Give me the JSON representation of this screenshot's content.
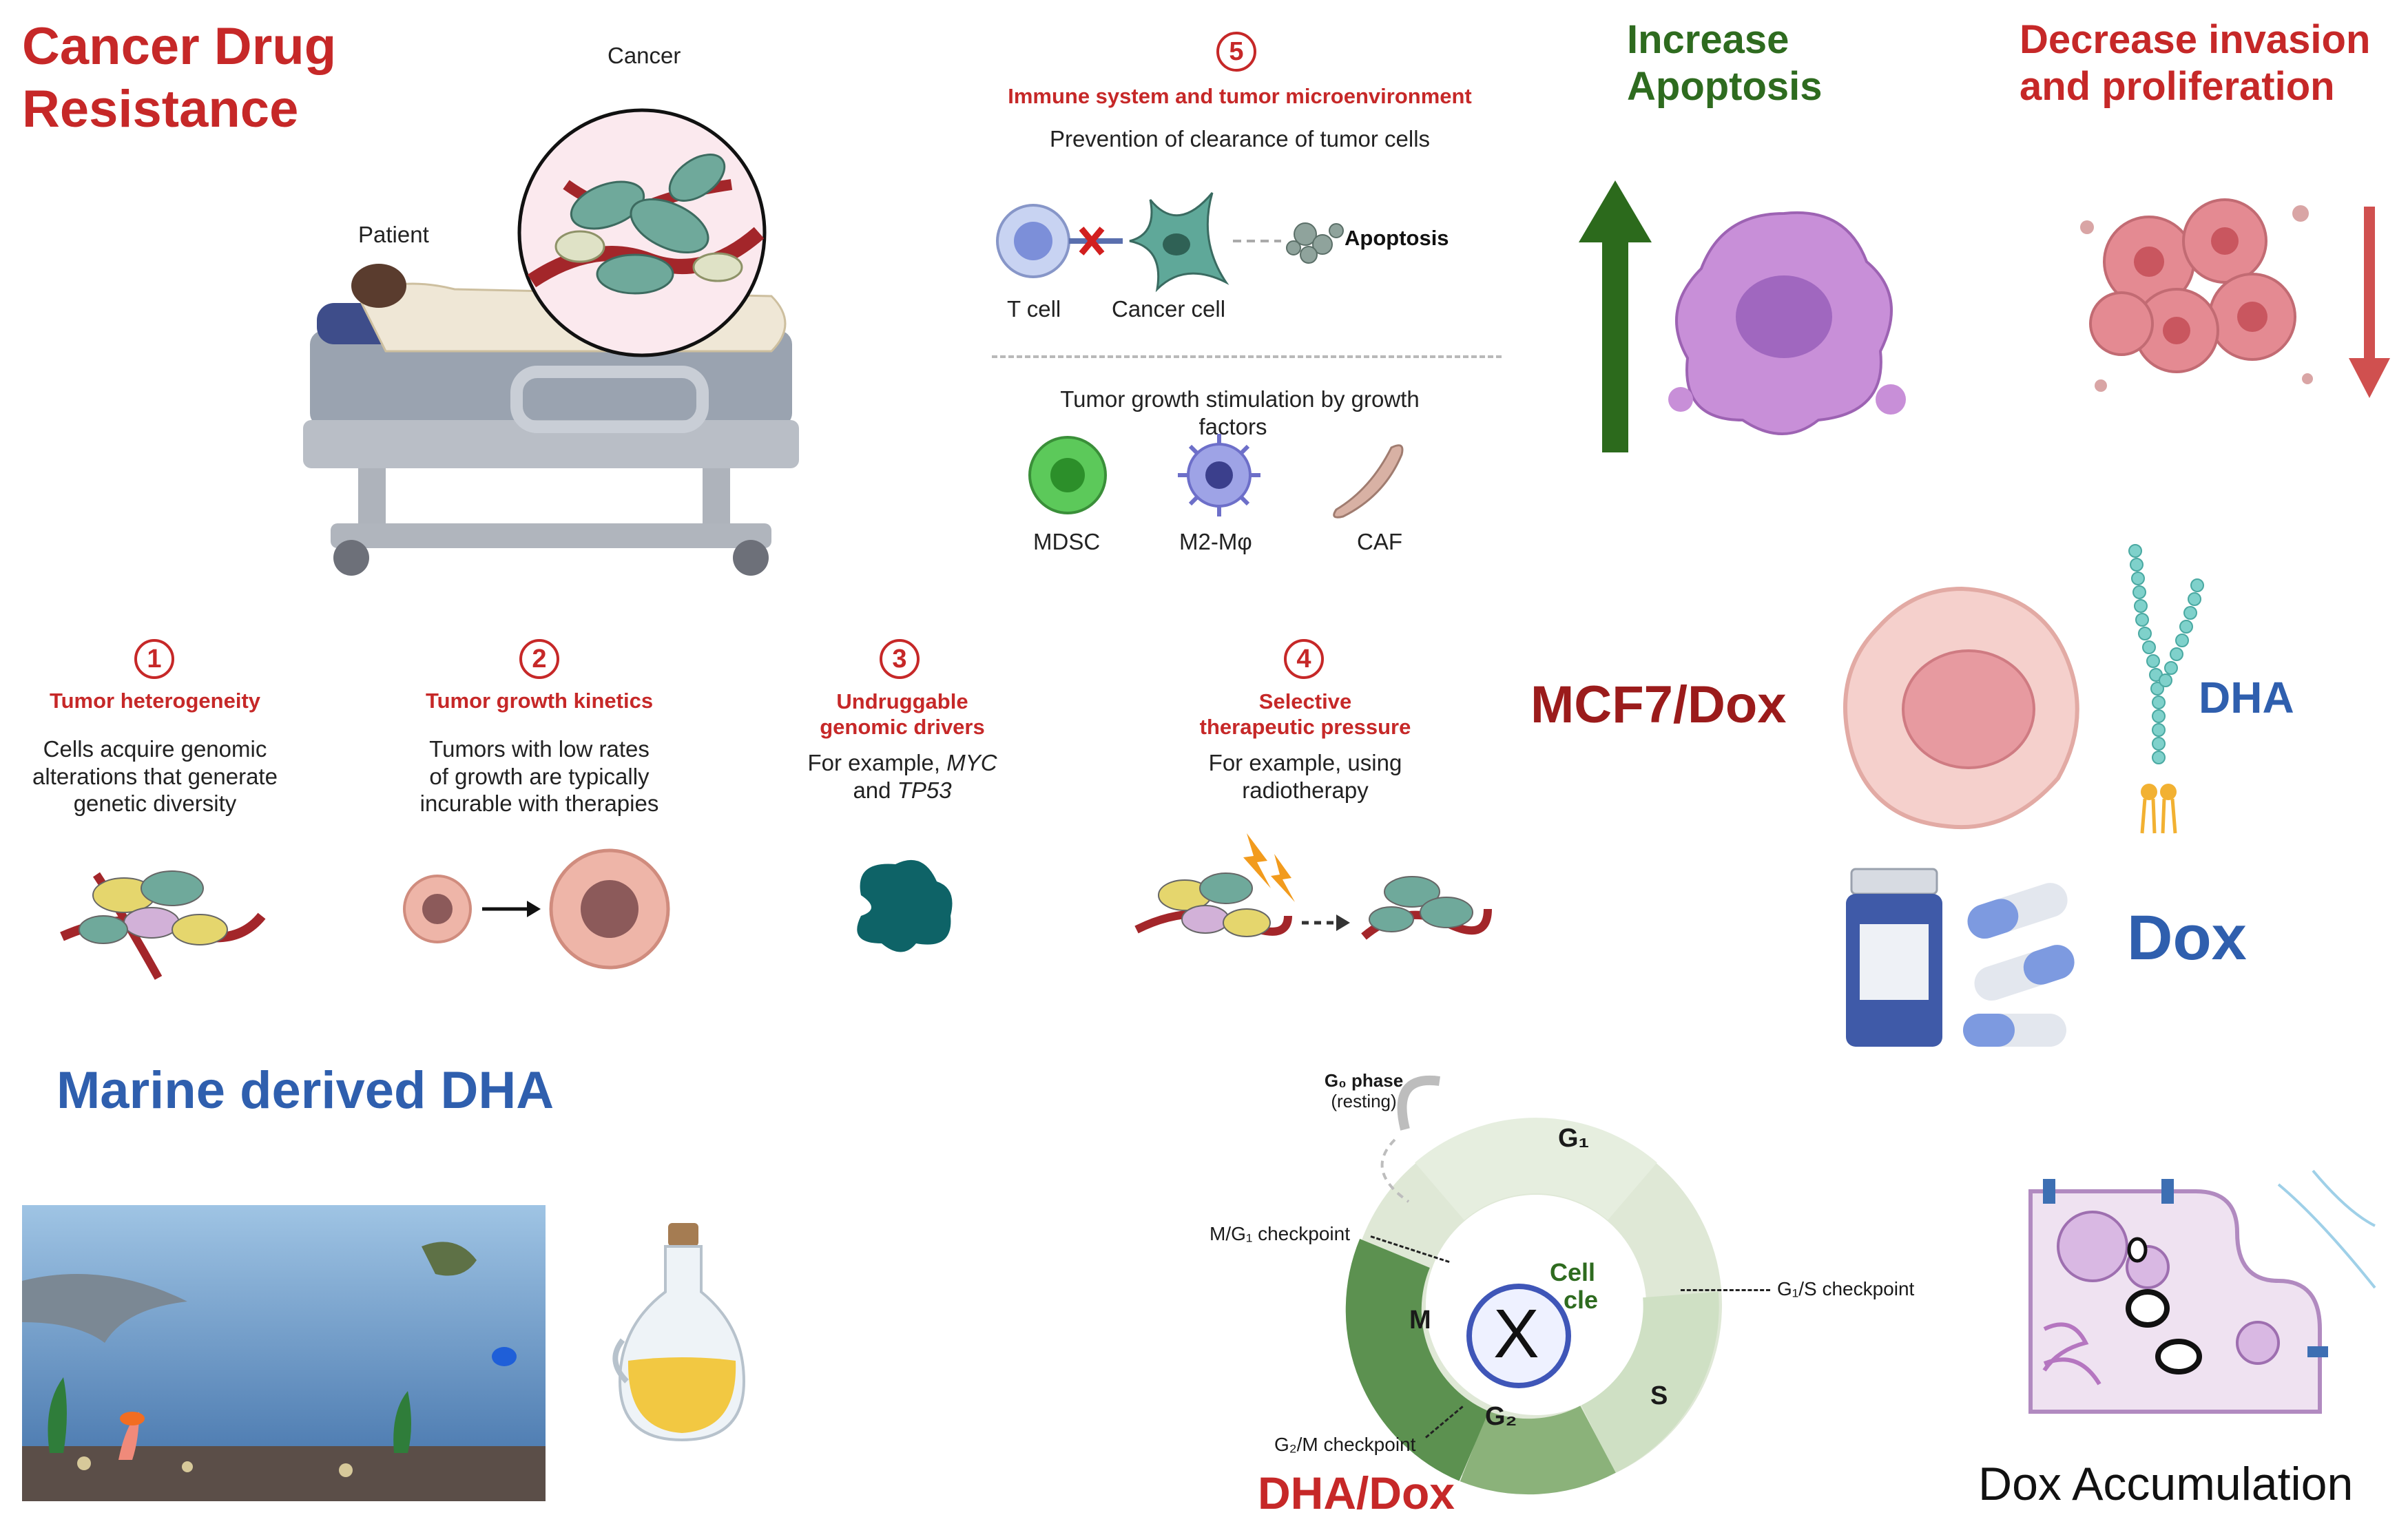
{
  "title": {
    "line1": "Cancer Drug",
    "line2": "Resistance"
  },
  "patient_label": "Patient",
  "cancer_label": "Cancer",
  "mechanisms": [
    {
      "number": "1",
      "title": "Tumor heterogeneity",
      "body": [
        "Cells acquire genomic",
        "alterations that generate",
        "genetic diversity"
      ]
    },
    {
      "number": "2",
      "title": "Tumor growth kinetics",
      "body": [
        "Tumors with low rates",
        "of growth are typically",
        "incurable with therapies"
      ]
    },
    {
      "number": "3",
      "title": [
        "Undruggable",
        "genomic drivers"
      ],
      "body_prefix": "For example, ",
      "body_gene1": "MYC",
      "body_and": "and ",
      "body_gene2": "TP53"
    },
    {
      "number": "4",
      "title": [
        "Selective",
        "therapeutic pressure"
      ],
      "body": [
        "For example, using",
        "radiotherapy"
      ]
    }
  ],
  "immune": {
    "number": "5",
    "title": "Immune system and tumor microenvironment",
    "subtitle": "Prevention of clearance of tumor cells",
    "t_cell": "T cell",
    "cancer_cell": "Cancer cell",
    "apoptosis": "Apoptosis",
    "growth_line1": "Tumor growth stimulation by  growth",
    "growth_line2": "factors",
    "cells": [
      "MDSC",
      "M2-Mφ",
      "CAF"
    ]
  },
  "increase": {
    "line1": "Increase",
    "line2": "Apoptosis"
  },
  "decrease": {
    "line1": "Decrease invasion",
    "line2": "and proliferation"
  },
  "mcf7": "MCF7/Dox",
  "dha_label": "DHA",
  "dox_label": "Dox",
  "marine": "Marine derived DHA",
  "cell_cycle": {
    "g0_phase": "G₀ phase",
    "g0_resting": "(resting)",
    "g1": "G₁",
    "s": "S",
    "g2": "G₂",
    "m": "M",
    "center_line1": "Cell",
    "center_line2": "cle",
    "x_mark": "X",
    "checkpoint_mg1": "M/G₁ checkpoint",
    "checkpoint_g1s": "G₁/S checkpoint",
    "checkpoint_g2m": "G₂/M checkpoint",
    "caption": "DHA/Dox"
  },
  "dox_accumulation": "Dox Accumulation",
  "colors": {
    "red": "#c62828",
    "green": "#2e6b1f",
    "blue": "#2f5fae",
    "dark_red": "#9b1b1b"
  }
}
